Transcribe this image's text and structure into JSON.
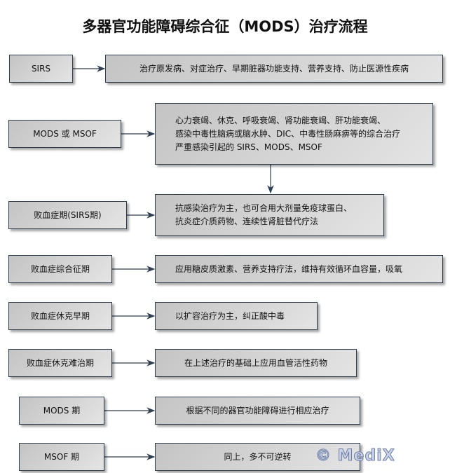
{
  "title": "多器官功能障碍综合征（MODS）治疗流程",
  "rows": [
    {
      "stage": "SIRS",
      "treatment": [
        "治疗原发病、对症治疗、早期脏器功能支持、营养支持、防止医源性疾病"
      ]
    },
    {
      "stage": "MODS 或  MSOF",
      "treatment": [
        "心力衰竭、休克、呼吸衰竭、肾功能衰竭、肝功能衰竭、",
        "感染中毒性脑病或脑水肿、DIC、中毒性肠麻痹等的综合治疗",
        "严重感染引起的  SIRS、MODS、MSOF"
      ]
    },
    {
      "stage": "败血症期(SIRS期)",
      "treatment": [
        "抗感染治疗为主，也可合用大剂量免疫球蛋白、",
        "抗炎症介质药物、连续性肾脏替代疗法"
      ]
    },
    {
      "stage": "败血症综合征期",
      "treatment": [
        "应用糖皮质激素、营养支持疗法，维持有效循环血容量，吸氧"
      ]
    },
    {
      "stage": "败血症休克早期",
      "treatment": [
        "以扩容治疗为主，纠正酸中毒"
      ]
    },
    {
      "stage": "败血症休克难治期",
      "treatment": [
        "在上述治疗的基础上应用血管活性药物"
      ]
    },
    {
      "stage": "MODS 期",
      "treatment": [
        "根据不同的器官功能障碍进行相应治疗"
      ]
    },
    {
      "stage": "MSOF 期",
      "treatment": [
        "同上，多不可逆转"
      ]
    }
  ],
  "watermark": "© MediX"
}
